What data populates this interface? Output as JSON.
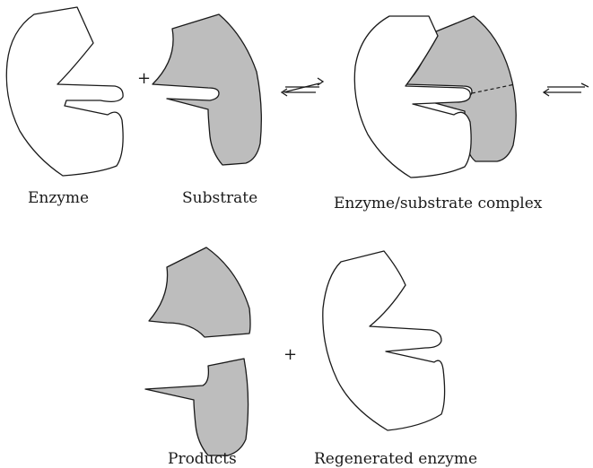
{
  "colors": {
    "enzyme_fill": "#ffffff",
    "substrate_fill": "#bdbdbd",
    "outline": "#1a1a1a"
  },
  "labels": {
    "enzyme": "Enzyme",
    "substrate": "Substrate",
    "complex": "Enzyme/substrate complex",
    "products": "Products",
    "regenerated_enzyme": "Regenerated enzyme"
  },
  "symbols": {
    "plus_top": "+",
    "plus_bottom": "+"
  },
  "icons": {
    "equilibrium_1": "reversible-arrow-icon",
    "equilibrium_2": "reversible-arrow-icon"
  }
}
